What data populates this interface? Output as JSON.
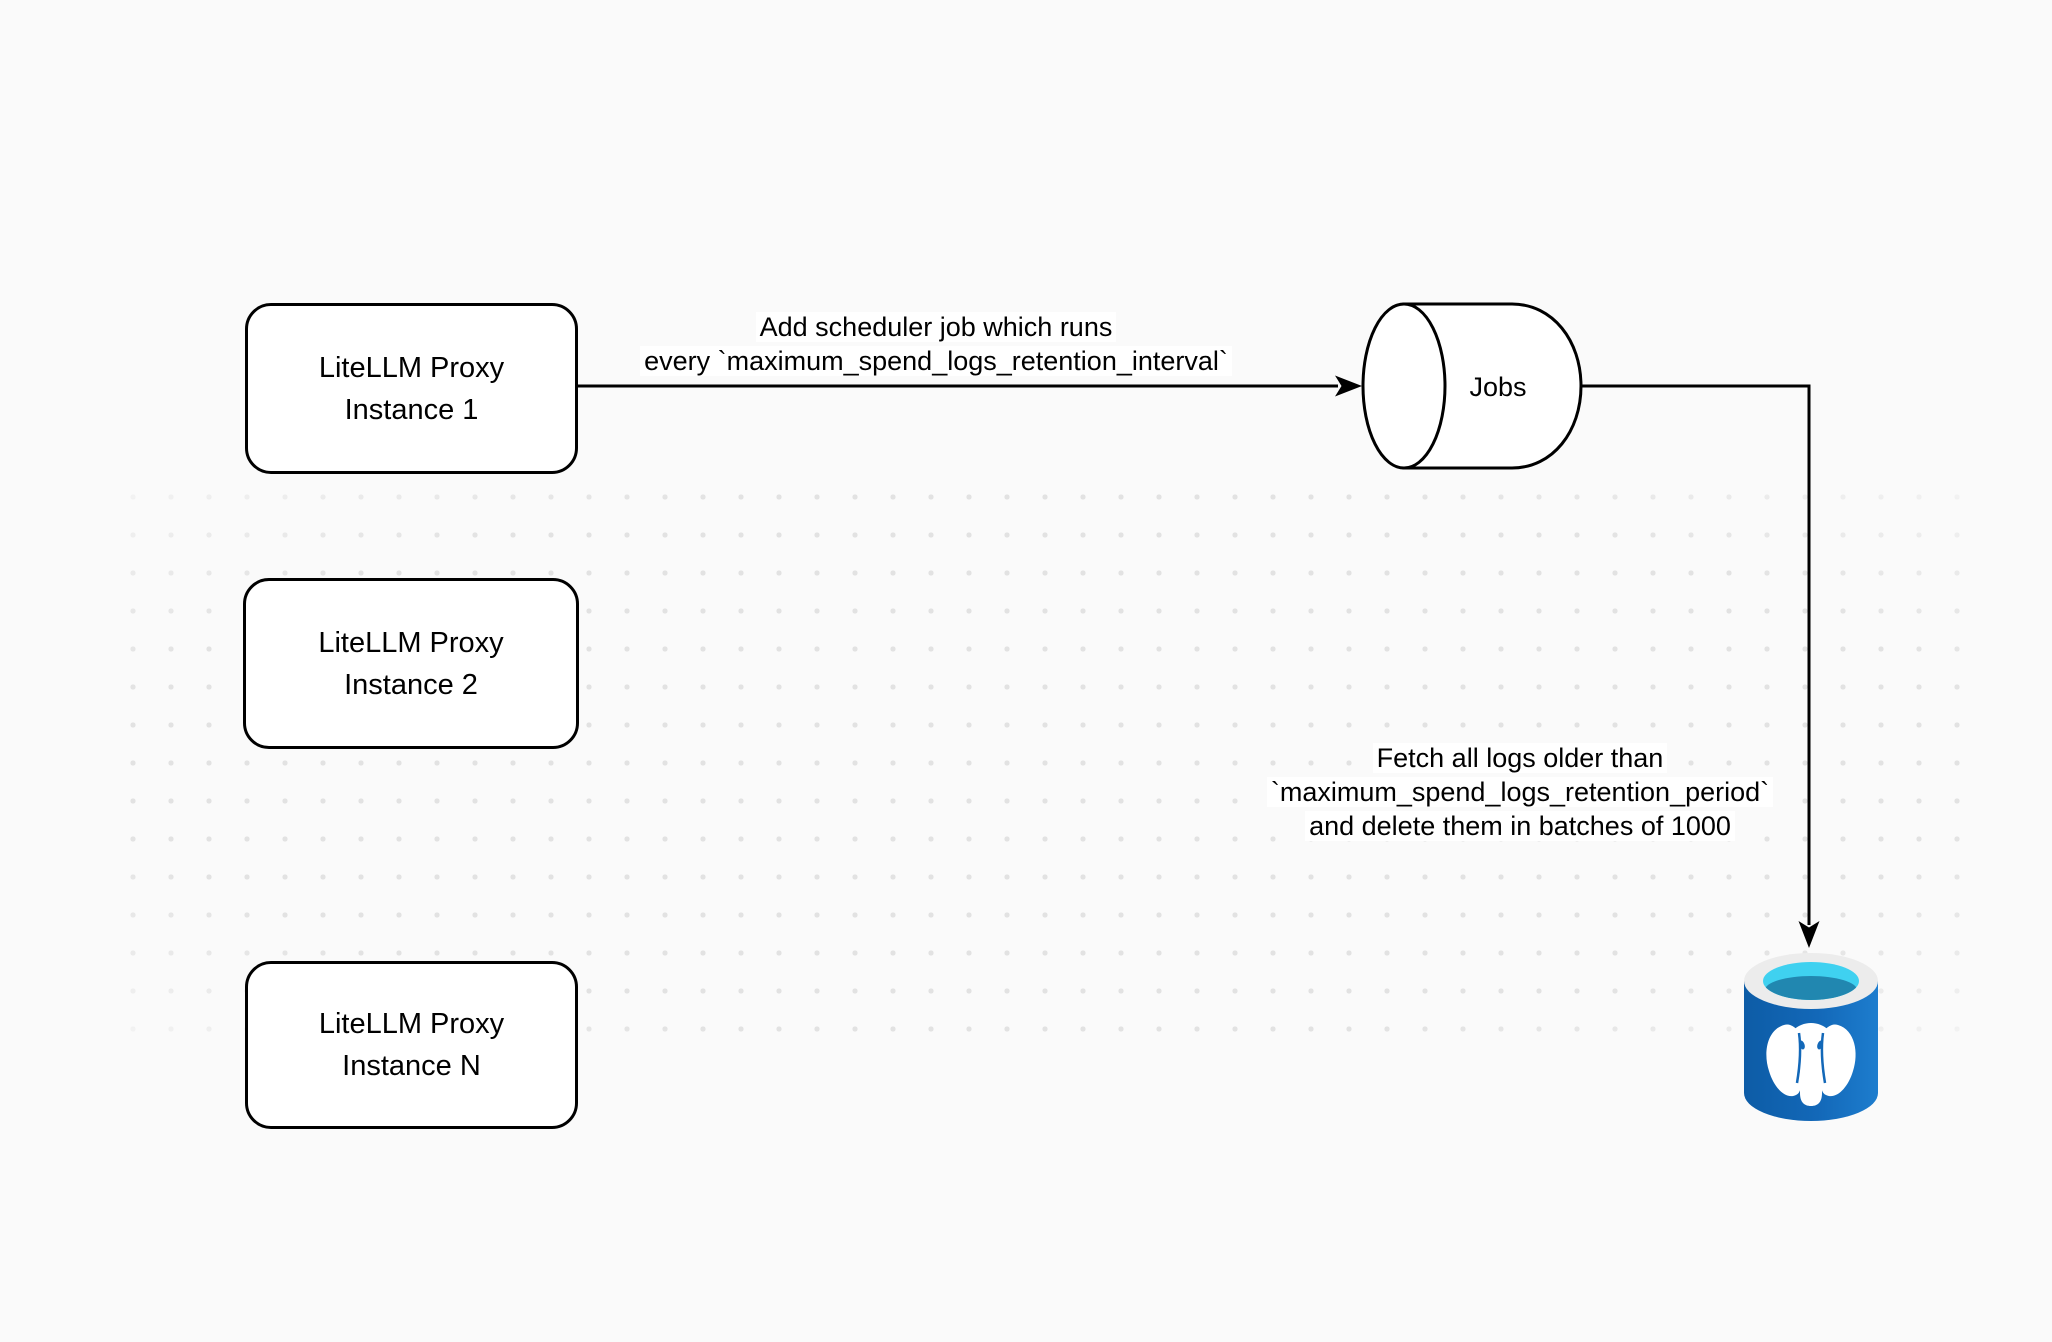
{
  "diagram": {
    "nodes": {
      "proxy1": {
        "line1": "LiteLLM Proxy",
        "line2": "Instance 1"
      },
      "proxy2": {
        "line1": "LiteLLM Proxy",
        "line2": "Instance 2"
      },
      "proxyN": {
        "line1": "LiteLLM Proxy",
        "line2": "Instance N"
      },
      "jobs": {
        "label": "Jobs"
      },
      "database": {
        "icon": "postgresql-database-icon"
      }
    },
    "edges": {
      "scheduler": {
        "line1": "Add scheduler job which runs",
        "line2": "every `maximum_spend_logs_retention_interval`"
      },
      "fetch": {
        "line1": "Fetch all logs older than",
        "line2": "`maximum_spend_logs_retention_period`",
        "line3": "and delete them in batches of 1000"
      }
    },
    "colors": {
      "background": "#fafafa",
      "dot": "#e2e2e2",
      "stroke": "#000000",
      "node_fill": "#ffffff",
      "pg_body_dark": "#0d5ca6",
      "pg_body_light": "#1d7dce",
      "pg_rim": "#ececec",
      "pg_inner_top": "#3fd1f0",
      "pg_inner_bottom": "#2187b0",
      "pg_elephant": "#ffffff"
    }
  }
}
